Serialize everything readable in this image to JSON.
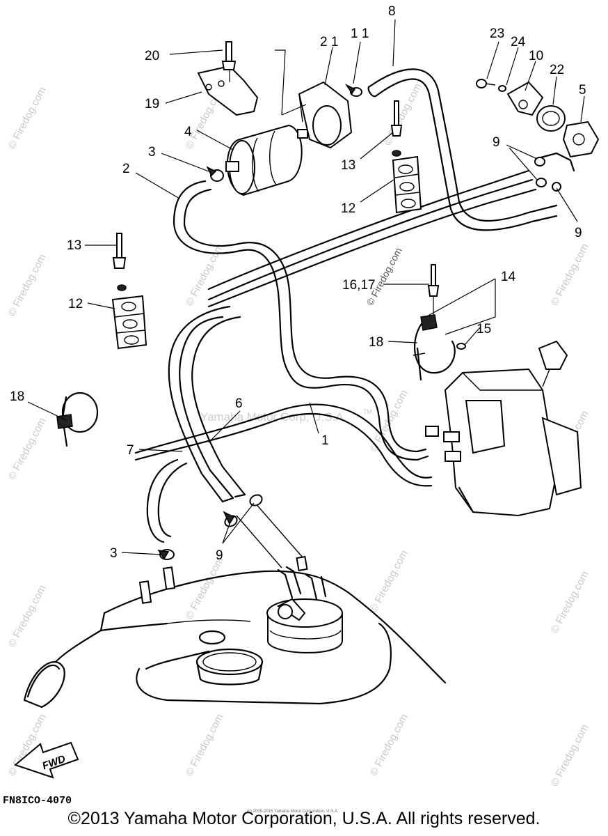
{
  "diagram": {
    "callouts": [
      {
        "id": "c20",
        "text": "20"
      },
      {
        "id": "c19",
        "text": "19"
      },
      {
        "id": "c21",
        "text": "2 1"
      },
      {
        "id": "c11",
        "text": "1 1"
      },
      {
        "id": "c8",
        "text": "8"
      },
      {
        "id": "c23",
        "text": "23"
      },
      {
        "id": "c24",
        "text": "24"
      },
      {
        "id": "c10",
        "text": "10"
      },
      {
        "id": "c22",
        "text": "22"
      },
      {
        "id": "c5",
        "text": "5"
      },
      {
        "id": "c4",
        "text": "4"
      },
      {
        "id": "c3a",
        "text": "3"
      },
      {
        "id": "c2",
        "text": "2"
      },
      {
        "id": "c13a",
        "text": "13"
      },
      {
        "id": "c12a",
        "text": "12"
      },
      {
        "id": "c9a",
        "text": "9"
      },
      {
        "id": "c9b",
        "text": "9"
      },
      {
        "id": "c13b",
        "text": "13"
      },
      {
        "id": "c12b",
        "text": "12"
      },
      {
        "id": "c1617",
        "text": "16,17"
      },
      {
        "id": "c14",
        "text": "14"
      },
      {
        "id": "c15",
        "text": "15"
      },
      {
        "id": "c18a",
        "text": "18"
      },
      {
        "id": "c18b",
        "text": "18"
      },
      {
        "id": "c6",
        "text": "6"
      },
      {
        "id": "c1",
        "text": "1"
      },
      {
        "id": "c7",
        "text": "7"
      },
      {
        "id": "c3b",
        "text": "3"
      },
      {
        "id": "c9c",
        "text": "9"
      }
    ],
    "fwd_label": "FWD",
    "watermarks": [
      "© Firedog.com"
    ],
    "center_watermark": "Yamaha Motor Corp, U.S.A.",
    "tm_mark": "TM"
  },
  "footer": {
    "code": "FN8ICO-4070",
    "copyright": "©2013 Yamaha Motor Corporation, U.S.A. All rights reserved.",
    "tiny_copyright": "(c) 2005-2015 Yamaha Motor Corporation, U.S.A."
  }
}
